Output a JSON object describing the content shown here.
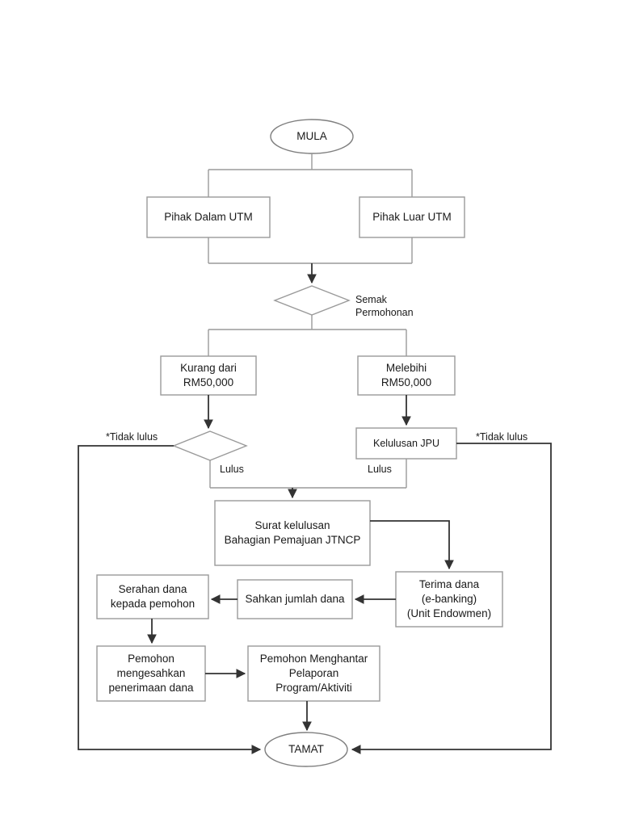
{
  "diagram": {
    "title_text": "",
    "type": "flowchart",
    "orientation": "top-to-bottom",
    "colors": {
      "box_stroke": "#9a9a9a",
      "terminal_stroke": "#7f7f7f",
      "arrow_stroke": "#333333",
      "connector_stroke": "#9a9a9a",
      "text": "#1a1a1a",
      "background": "#ffffff"
    },
    "nodes": [
      {
        "id": "mula",
        "shape": "terminator",
        "text": "MULA"
      },
      {
        "id": "pihak_dalam",
        "shape": "process",
        "text": "Pihak Dalam UTM"
      },
      {
        "id": "pihak_luar",
        "shape": "process",
        "text": "Pihak Luar UTM"
      },
      {
        "id": "semak",
        "shape": "decision",
        "text": ""
      },
      {
        "id": "kurang",
        "shape": "process",
        "text": "Kurang dari\nRM50,000"
      },
      {
        "id": "melebihi",
        "shape": "process",
        "text": "Melebihi\nRM50,000"
      },
      {
        "id": "lulus_decision",
        "shape": "decision",
        "text": ""
      },
      {
        "id": "kelulusan_jpu",
        "shape": "process",
        "text": "Kelulusan JPU"
      },
      {
        "id": "surat",
        "shape": "process",
        "text": "Surat kelulusan\nBahagian Pemajuan JTNCP"
      },
      {
        "id": "terima_dana",
        "shape": "process",
        "text": "Terima dana\n(e-banking)\n(Unit Endowmen)"
      },
      {
        "id": "sahkan",
        "shape": "process",
        "text": "Sahkan jumlah dana"
      },
      {
        "id": "serahan",
        "shape": "process",
        "text": "Serahan dana\nkepada pemohon"
      },
      {
        "id": "mengesahkan",
        "shape": "process",
        "text": "Pemohon\nmengesahkan\npenerimaan dana"
      },
      {
        "id": "pelaporan",
        "shape": "process",
        "text": "Pemohon Menghantar\nPelaporan\nProgram/Aktiviti"
      },
      {
        "id": "tamat",
        "shape": "terminator",
        "text": "TAMAT"
      }
    ],
    "edge_labels": {
      "semak_permohonan": "Semak\nPermohonan",
      "tidak_lulus_left": "*Tidak lulus",
      "tidak_lulus_right": "*Tidak lulus",
      "lulus_left": "Lulus",
      "lulus_right": "Lulus"
    },
    "edges": [
      {
        "from": "mula",
        "to": "pihak_dalam",
        "label": ""
      },
      {
        "from": "mula",
        "to": "pihak_luar",
        "label": ""
      },
      {
        "from": "pihak_dalam",
        "to": "semak",
        "label": ""
      },
      {
        "from": "pihak_luar",
        "to": "semak",
        "label": ""
      },
      {
        "from": "semak",
        "to": "kurang",
        "label": ""
      },
      {
        "from": "semak",
        "to": "melebihi",
        "label": ""
      },
      {
        "from": "kurang",
        "to": "lulus_decision",
        "label": ""
      },
      {
        "from": "melebihi",
        "to": "kelulusan_jpu",
        "label": ""
      },
      {
        "from": "lulus_decision",
        "to": "tamat",
        "label": "*Tidak lulus"
      },
      {
        "from": "lulus_decision",
        "to": "surat",
        "label": "Lulus"
      },
      {
        "from": "kelulusan_jpu",
        "to": "tamat",
        "label": "*Tidak lulus"
      },
      {
        "from": "kelulusan_jpu",
        "to": "surat",
        "label": "Lulus"
      },
      {
        "from": "surat",
        "to": "terima_dana",
        "label": ""
      },
      {
        "from": "terima_dana",
        "to": "sahkan",
        "label": ""
      },
      {
        "from": "sahkan",
        "to": "serahan",
        "label": ""
      },
      {
        "from": "serahan",
        "to": "mengesahkan",
        "label": ""
      },
      {
        "from": "mengesahkan",
        "to": "pelaporan",
        "label": ""
      },
      {
        "from": "pelaporan",
        "to": "tamat",
        "label": ""
      }
    ]
  }
}
